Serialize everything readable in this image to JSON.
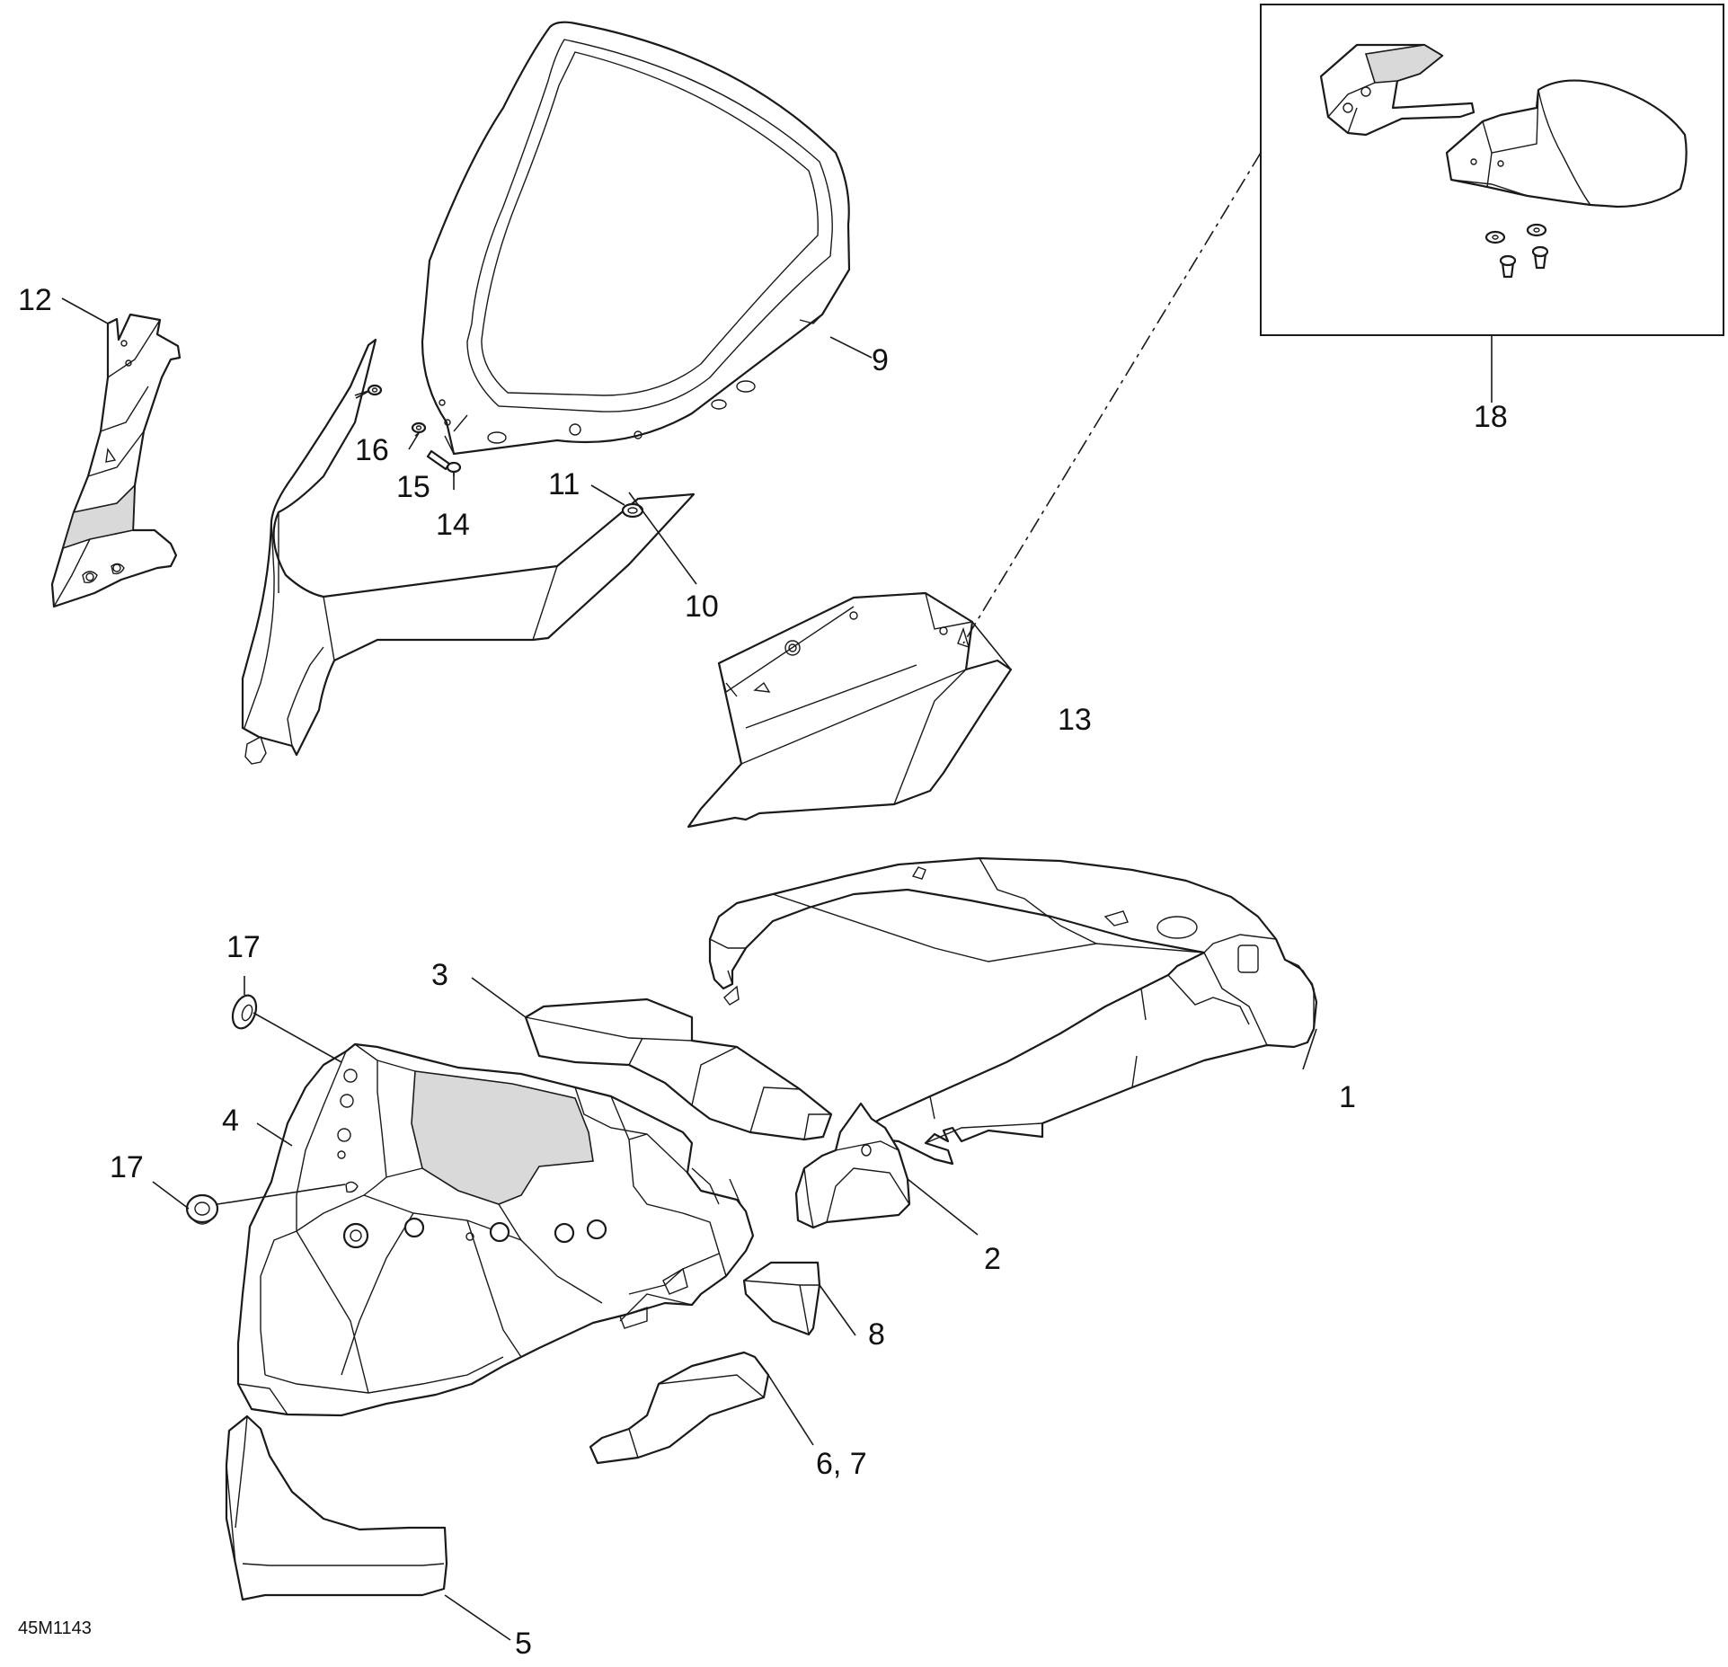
{
  "diagram": {
    "reference_code": "45M1143",
    "callouts": [
      {
        "id": "1",
        "label": "1"
      },
      {
        "id": "2",
        "label": "2"
      },
      {
        "id": "3",
        "label": "3"
      },
      {
        "id": "4",
        "label": "4"
      },
      {
        "id": "5",
        "label": "5"
      },
      {
        "id": "6-7",
        "label": "6, 7"
      },
      {
        "id": "8",
        "label": "8"
      },
      {
        "id": "9",
        "label": "9"
      },
      {
        "id": "10",
        "label": "10"
      },
      {
        "id": "11",
        "label": "11"
      },
      {
        "id": "12",
        "label": "12"
      },
      {
        "id": "13",
        "label": "13"
      },
      {
        "id": "14",
        "label": "14"
      },
      {
        "id": "15",
        "label": "15"
      },
      {
        "id": "16",
        "label": "16"
      },
      {
        "id": "17a",
        "label": "17"
      },
      {
        "id": "17b",
        "label": "17"
      },
      {
        "id": "18",
        "label": "18"
      }
    ]
  }
}
